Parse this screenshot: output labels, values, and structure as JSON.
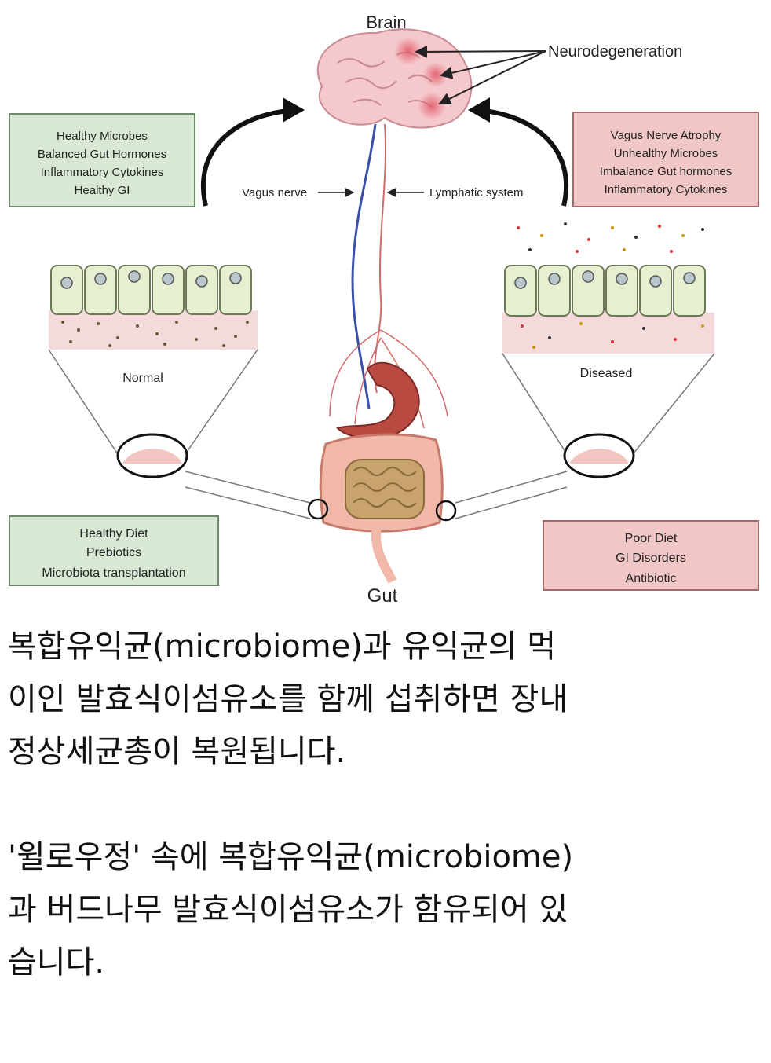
{
  "diagram": {
    "brain_label": "Brain",
    "neuro_label": "Neurodegeneration",
    "gut_label": "Gut",
    "vagus_label": "Vagus nerve",
    "lymph_label": "Lymphatic system",
    "normal_label": "Normal",
    "diseased_label": "Diseased",
    "healthy_box": [
      "Healthy Microbes",
      "Balanced Gut Hormones",
      "Inflammatory Cytokines",
      "Healthy GI"
    ],
    "unhealthy_box": [
      "Vagus Nerve Atrophy",
      "Unhealthy Microbes",
      "Imbalance Gut hormones",
      "Inflammatory Cytokines"
    ],
    "diet_healthy_box": [
      "Healthy Diet",
      "Prebiotics",
      "Microbiota transplantation"
    ],
    "diet_poor_box": [
      "Poor Diet",
      "GI Disorders",
      "Antibiotic"
    ],
    "colors": {
      "green_box": "#d8e8d4",
      "red_box": "#f0c6c6",
      "nerve_blue": "#3b4fa8",
      "vessel_red": "#d26a6a",
      "brain_pink": "#f4c8cc"
    }
  },
  "caption": {
    "line1": "복합유익균(microbiome)과 유익균의 먹",
    "line2": "이인 발효식이섬유소를 함께 섭취하면 장내",
    "line3": "정상세균총이 복원됩니다.",
    "line4": "'윌로우정' 속에 복합유익균(microbiome)",
    "line5": "과 버드나무 발효식이섬유소가 함유되어 있",
    "line6": "습니다."
  }
}
